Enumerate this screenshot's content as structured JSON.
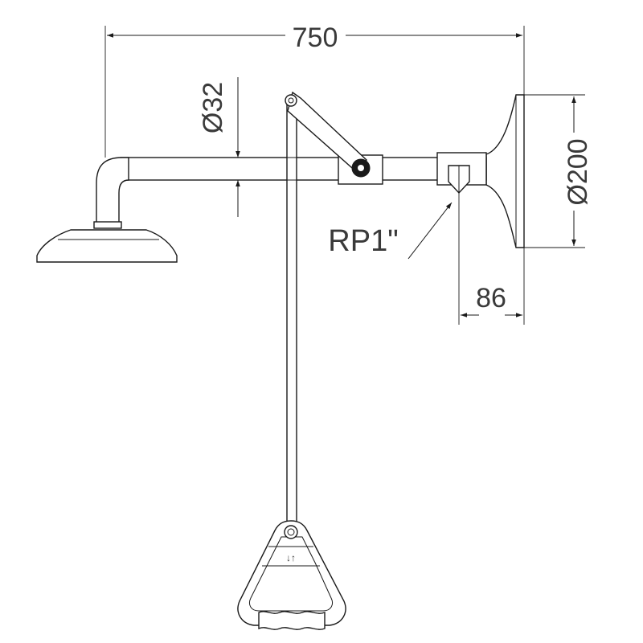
{
  "drawing": {
    "dimensions": {
      "overall_width": "750",
      "pipe_diameter": "Ø32",
      "wall_plate_diameter": "Ø200",
      "inlet_offset": "86"
    },
    "callouts": {
      "inlet_thread": "RP1\""
    },
    "handle_symbol": "↓↑"
  }
}
